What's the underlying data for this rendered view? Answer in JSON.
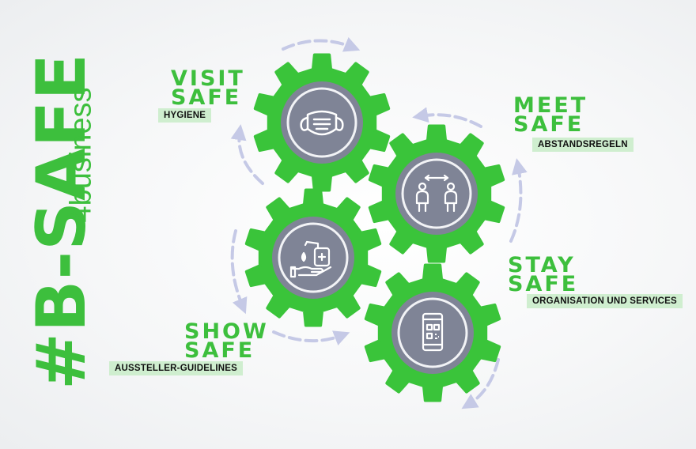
{
  "brand": {
    "main": "#B-SAFE",
    "sub": "4business"
  },
  "colors": {
    "gear": "#3ac43a",
    "disc": "#7f8496",
    "ring": "#f2f3f6",
    "accent_text": "#3dbf3d",
    "tag_bg": "#cfeecf",
    "arrow": "#c5c9e6"
  },
  "sections": [
    {
      "line1": "VISIT",
      "line2": "SAFE",
      "tag": "HYGIENE",
      "icon": "face-mask-icon"
    },
    {
      "line1": "MEET",
      "line2": "SAFE",
      "tag": "ABSTANDSREGELN",
      "icon": "social-distance-icon"
    },
    {
      "line1": "STAY",
      "line2": "SAFE",
      "tag": "ORGANISATION UND SERVICES",
      "icon": "smartphone-qr-icon"
    },
    {
      "line1": "SHOW",
      "line2": "SAFE",
      "tag": "AUSSTELLER-GUIDELINES",
      "icon": "hand-sanitizer-icon"
    }
  ]
}
